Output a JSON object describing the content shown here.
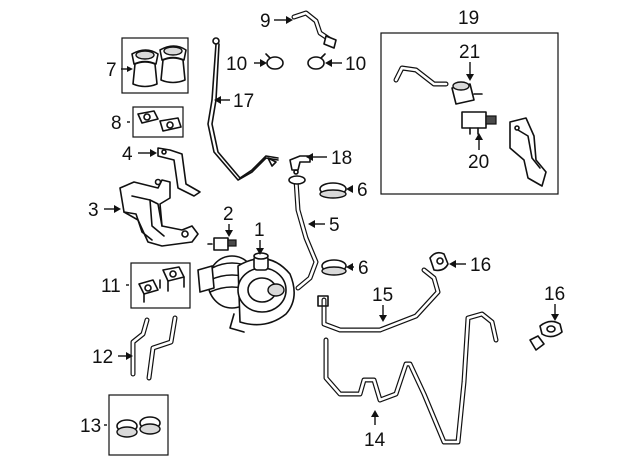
{
  "callouts": {
    "c1": "1",
    "c2": "2",
    "c3": "3",
    "c4": "4",
    "c5": "5",
    "c6a": "6",
    "c6b": "6",
    "c7": "7",
    "c8": "8",
    "c9": "9",
    "c10a": "10",
    "c10b": "10",
    "c11": "11",
    "c12": "12",
    "c13": "13",
    "c14": "14",
    "c15": "15",
    "c16a": "16",
    "c16b": "16",
    "c17": "17",
    "c18": "18",
    "c19": "19",
    "c20": "20",
    "c21": "21"
  },
  "colors": {
    "line": "#111111",
    "shade": "#d9d9d9",
    "background": "#ffffff"
  }
}
